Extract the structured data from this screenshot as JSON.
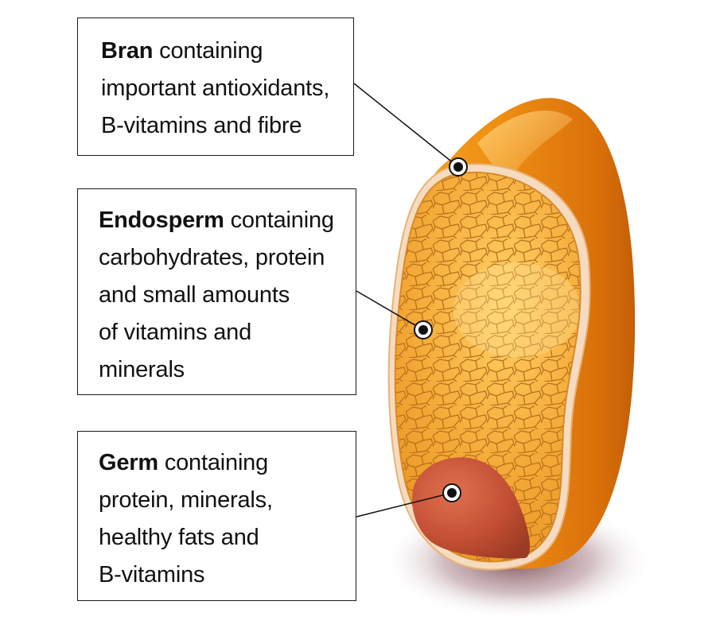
{
  "labels": {
    "bran": {
      "term": "Bran",
      "line1_rest": " containing",
      "line2": "important antioxidants,",
      "line3": "B-vitamins and fibre"
    },
    "endosperm": {
      "term": "Endosperm",
      "line1_rest": " containing",
      "line2": "carbohydrates, protein",
      "line3": "and small amounts",
      "line4": "of vitamins and",
      "line5": "minerals"
    },
    "germ": {
      "term": "Germ",
      "line1_rest": " containing",
      "line2": "protein, minerals,",
      "line3": "healthy fats and",
      "line4": "B-vitamins"
    }
  },
  "colors": {
    "bran_outer": "#e8860f",
    "bran_highlight": "#f7b04a",
    "seed_coat": "#f3d6b5",
    "endosperm_fill": "#f2a838",
    "endosperm_cells": "#c47a1c",
    "germ_fill": "#c9553a",
    "pointer": "#111111"
  }
}
